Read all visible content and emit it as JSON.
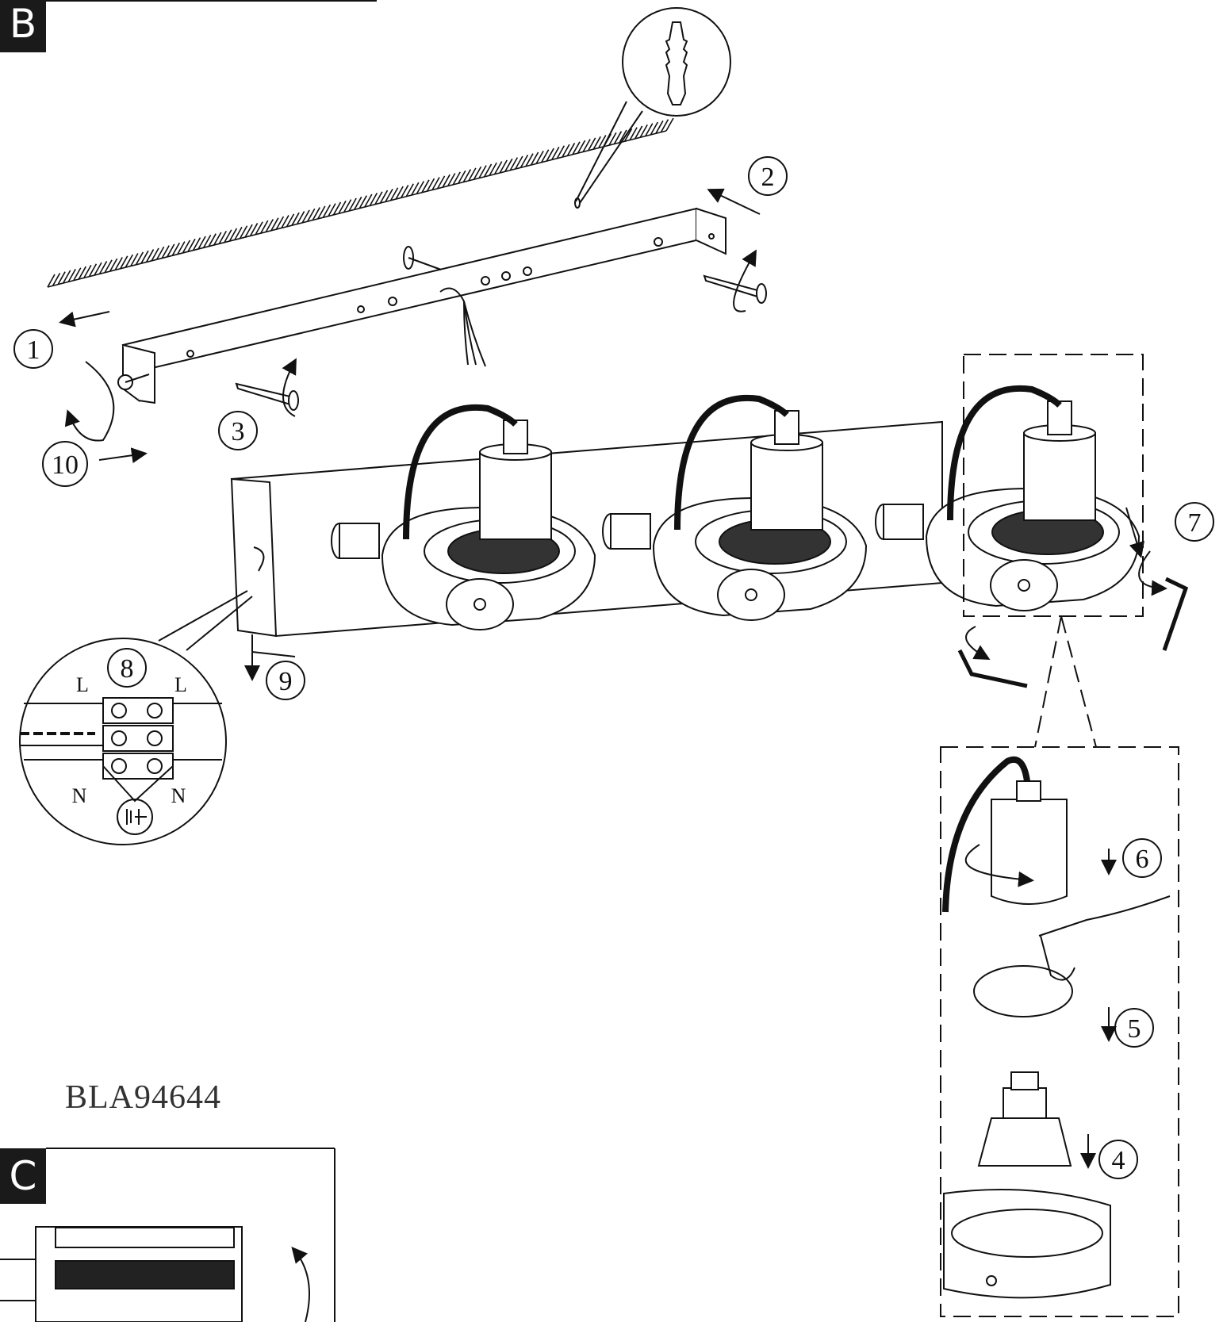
{
  "section_tags": {
    "b": "B",
    "c": "C"
  },
  "model_code": "BLA94644",
  "steps": [
    "1",
    "2",
    "3",
    "4",
    "5",
    "6",
    "7",
    "8",
    "9",
    "10"
  ],
  "wiring": {
    "live_left": "L",
    "live_right": "L",
    "neutral_left": "N",
    "neutral_right": "N"
  },
  "colors": {
    "line": "#111111",
    "tag_background": "#1a1a1a",
    "tag_text": "#ffffff"
  }
}
